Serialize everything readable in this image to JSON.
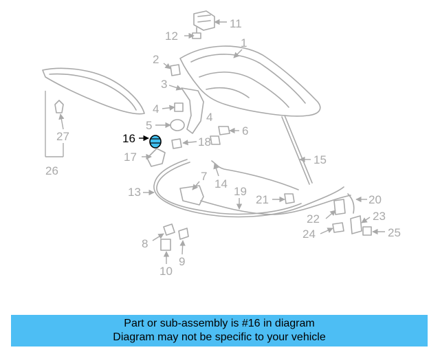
{
  "diagram": {
    "callouts": [
      "1",
      "2",
      "3",
      "4",
      "4",
      "5",
      "6",
      "7",
      "8",
      "9",
      "10",
      "11",
      "12",
      "13",
      "14",
      "15",
      "16",
      "17",
      "18",
      "19",
      "20",
      "21",
      "22",
      "23",
      "24",
      "25",
      "26",
      "27"
    ],
    "highlighted_part": "16"
  },
  "banner": {
    "line1": "Part or sub-assembly is #16 in diagram",
    "line2": "Diagram may not be specific to your vehicle"
  },
  "colors": {
    "banner": "#4dbef4",
    "line_art": "#a9a9a9",
    "highlight": "#000000",
    "part_highlight": "#40c0f0"
  }
}
